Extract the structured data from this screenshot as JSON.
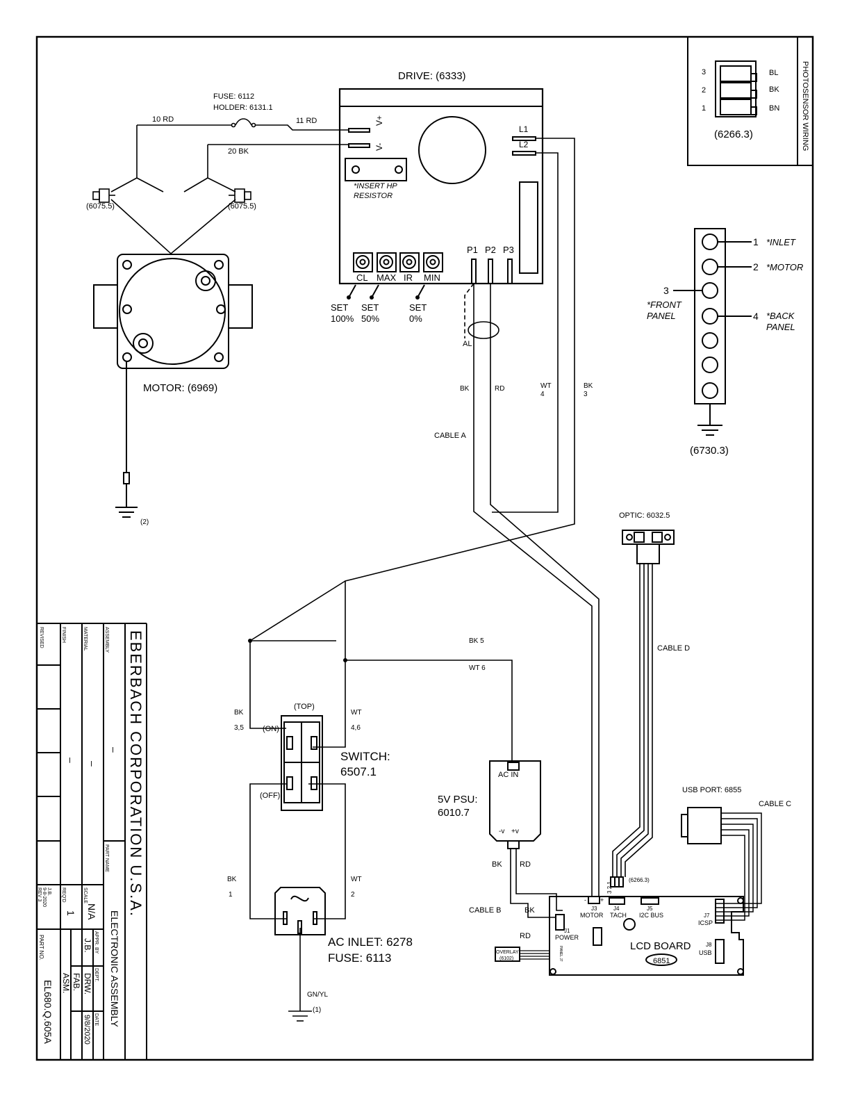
{
  "drive": {
    "title": "DRIVE: (6333)",
    "v_plus": "V+",
    "v_minus": "V-",
    "l1": "L1",
    "l2": "L2",
    "resistor_note_1": "*INSERT HP",
    "resistor_note_2": "RESISTOR",
    "pot_labels": [
      "CL",
      "MAX",
      "IR",
      "MIN"
    ],
    "p_labels": [
      "P1",
      "P2",
      "P3"
    ],
    "set_labels": [
      {
        "set": "SET",
        "value": "100%"
      },
      {
        "set": "SET",
        "value": "50%"
      },
      {
        "set": "SET",
        "value": "0%"
      }
    ],
    "al": "AL"
  },
  "fuse": {
    "line1": "FUSE: 6112",
    "line2": "HOLDER: 6131.1"
  },
  "wires": {
    "w10": "10  RD",
    "w11": "11  RD",
    "w20": "20  BK",
    "bk": "BK",
    "rd": "RD",
    "wt": "WT",
    "four": "4",
    "three": "3",
    "cable_a": "CABLE A",
    "cable_b": "CABLE B",
    "cable_c": "CABLE C",
    "cable_d": "CABLE D",
    "bk5": "BK  5",
    "wt6": "WT 6",
    "bk35_a": "BK",
    "bk35_b": "3,5",
    "wt46_a": "WT",
    "wt46_b": "4,6",
    "bk1_a": "BK",
    "bk1_b": "1",
    "wt2_a": "WT",
    "wt2_b": "2",
    "gnyl": "GN/YL"
  },
  "connectors": {
    "left": "(6075.5)",
    "right": "(6075.5)"
  },
  "motor": {
    "label": "MOTOR: (6969)",
    "ground": "(2)"
  },
  "photosensor": {
    "title": "PHOTOSENSOR  WIRING",
    "pins": [
      {
        "num": "3",
        "color": "BL"
      },
      {
        "num": "2",
        "color": "BK"
      },
      {
        "num": "1",
        "color": "BN"
      }
    ],
    "part": "(6266.3)"
  },
  "terminal": {
    "items": [
      {
        "num": "1",
        "label": "*INLET"
      },
      {
        "num": "2",
        "label": "*MOTOR"
      },
      {
        "num": "3",
        "label": "*FRONT"
      },
      {
        "num": "4",
        "label": "*BACK"
      }
    ],
    "front_sub": "PANEL",
    "back_sub": "PANEL",
    "part": "(6730.3)"
  },
  "optic": {
    "label": "OPTIC: 6032.5"
  },
  "usb": {
    "label": "USB PORT: 6855"
  },
  "switch": {
    "top": "(TOP)",
    "on": "(ON)",
    "off": "(OFF)",
    "label1": "SWITCH:",
    "label2": "6507.1"
  },
  "psu": {
    "label1": "5V PSU:",
    "label2": "6010.7",
    "ac_in": "AC IN",
    "minus": "-v",
    "plus": "+v"
  },
  "ac_inlet": {
    "label1": "AC INLET: 6278",
    "label2": "FUSE: 6113",
    "ground": "(1)"
  },
  "lcd": {
    "label": "LCD BOARD",
    "part": "6851",
    "j3": "J3",
    "j3_name": "MOTOR",
    "j4": "J4",
    "j4_name": "TACH",
    "j5": "J5",
    "j5_name": "I2C BUS",
    "j1": "J1",
    "j1_name": "POWER",
    "j7": "J7",
    "j7_name": "ICSP",
    "j8": "J8",
    "j8_name": "USB",
    "pin_minus": "-",
    "pin_plus": "+",
    "pins_321": "3 2 1",
    "photo_part": "(6266.3)",
    "overlay_1": "OVERLAY",
    "overlay_2": "(6102)",
    "membrane": "PANEL J7"
  },
  "title_block": {
    "company": "EBERBACH CORPORATION  U.S.A.",
    "revised": "REVISED",
    "finish": "FINISH",
    "material": "MATERIAL",
    "assembly": "ASSEMBLY",
    "part_name_label": "PART NAME",
    "part_name": "ELECTRONIC ASSEMBLY",
    "dash": "–",
    "rev_1": "REV 3",
    "rev_2": "9-8-2020",
    "rev_3": "J.B.",
    "reqd_label": "REQ'D",
    "reqd": "1",
    "scale_label": "SCALE",
    "scale": "N/A",
    "appr_label": "APPR. BY",
    "appr": "J.B.",
    "dept_label": "DEPT.",
    "drw": "DRW.",
    "fab": "FAB.",
    "asm": "ASM.",
    "date_label": "DATE",
    "date": "9/8/2020",
    "part_no_label": "PART NO.",
    "part_no": "EL680.Q.605A"
  }
}
